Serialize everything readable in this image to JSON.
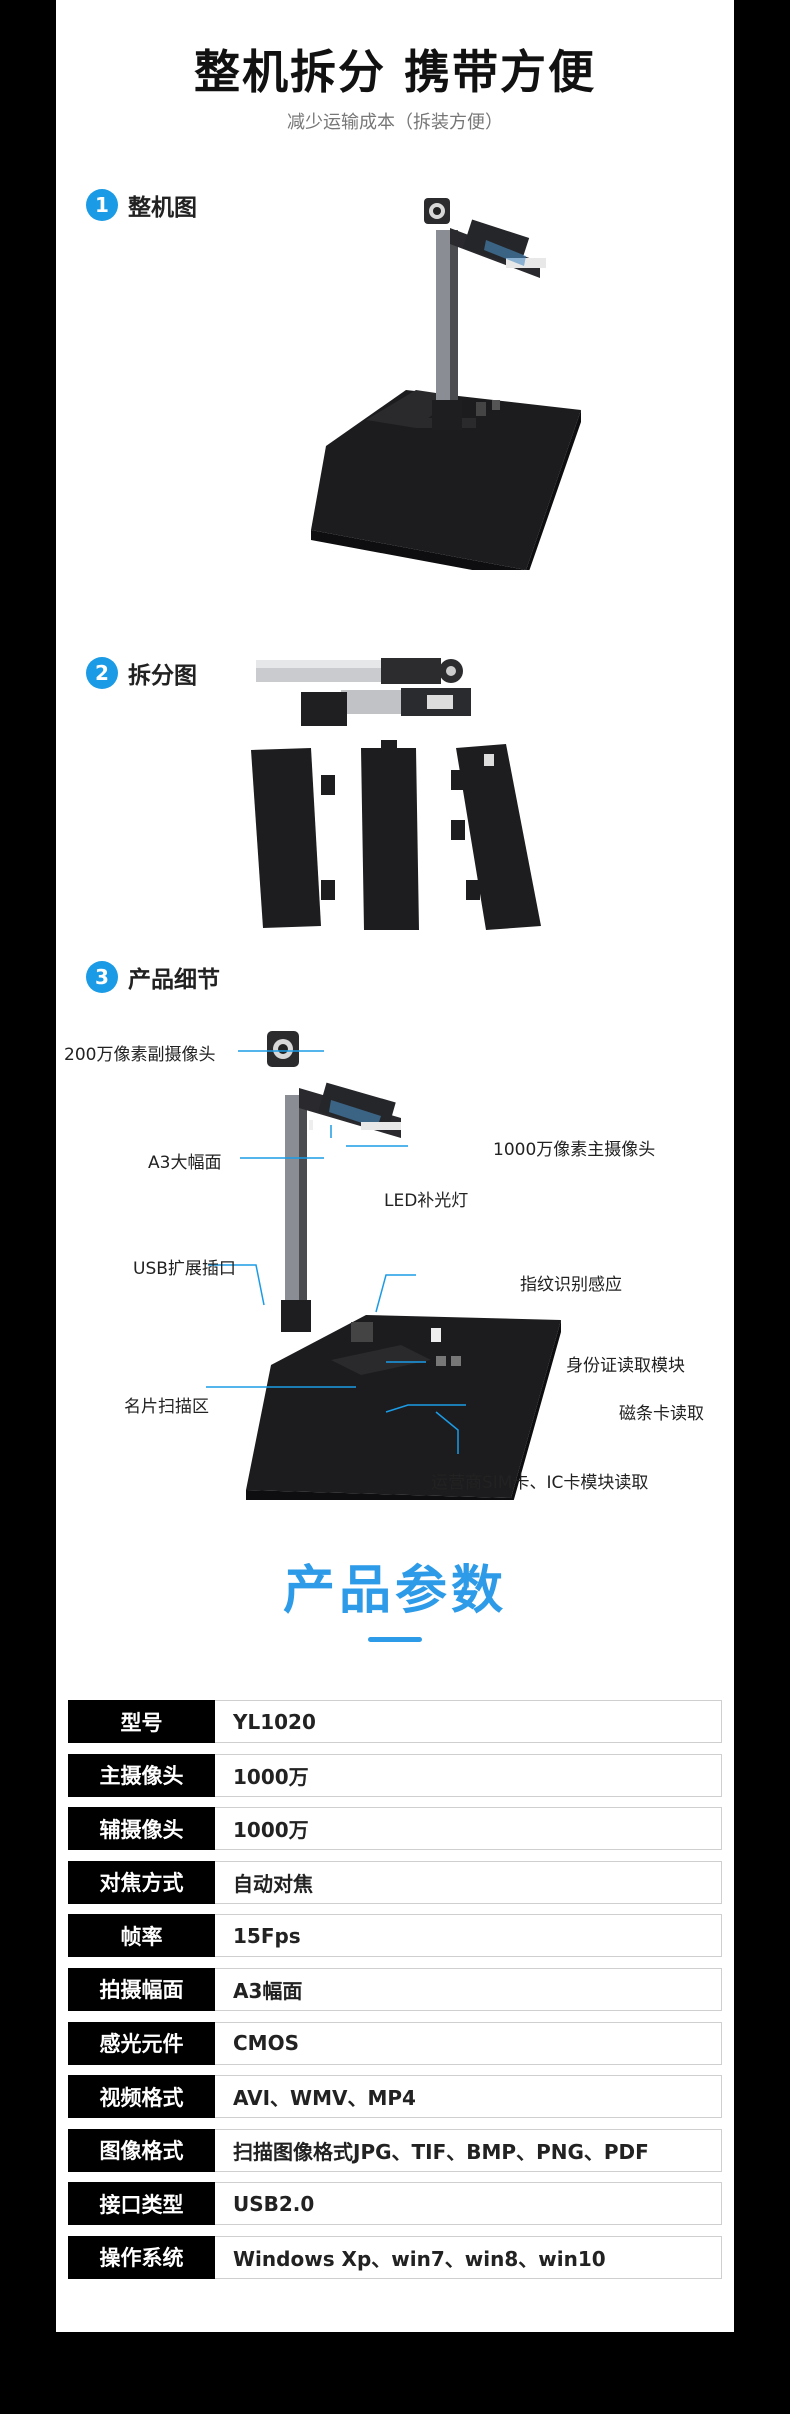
{
  "header": {
    "title": "整机拆分 携带方便",
    "subtitle": "减少运输成本（拆装方便）"
  },
  "sections": [
    {
      "num": "1",
      "label": "整机图"
    },
    {
      "num": "2",
      "label": "拆分图"
    },
    {
      "num": "3",
      "label": "产品细节"
    }
  ],
  "annotations": {
    "sub_camera": "200万像素副摄像头",
    "main_camera": "1000万像素主摄像头",
    "a3": "A3大幅面",
    "led": "LED补光灯",
    "usb": "USB扩展插口",
    "fingerprint": "指纹识别感应",
    "id_card": "身份证读取模块",
    "card_scan": "名片扫描区",
    "mag_stripe": "磁条卡读取",
    "sim": "运营商SIM卡、IC卡模块读取"
  },
  "params": {
    "title": "产品参数",
    "rows": [
      {
        "key": "型号",
        "value": "YL1020"
      },
      {
        "key": "主摄像头",
        "value": "1000万"
      },
      {
        "key": "辅摄像头",
        "value": "1000万"
      },
      {
        "key": "对焦方式",
        "value": "自动对焦"
      },
      {
        "key": "帧率",
        "value": "15Fps"
      },
      {
        "key": "拍摄幅面",
        "value": "A3幅面"
      },
      {
        "key": "感光元件",
        "value": "CMOS"
      },
      {
        "key": "视频格式",
        "value": "AVI、WMV、MP4"
      },
      {
        "key": "图像格式",
        "value": "扫描图像格式JPG、TIF、BMP、PNG、PDF"
      },
      {
        "key": "接口类型",
        "value": "USB2.0"
      },
      {
        "key": "操作系统",
        "value": "Windows Xp、win7、win8、win10"
      }
    ]
  },
  "colors": {
    "accent": "#1b9be6",
    "params_title": "#2d9be8",
    "product": "#1c1c1e"
  }
}
